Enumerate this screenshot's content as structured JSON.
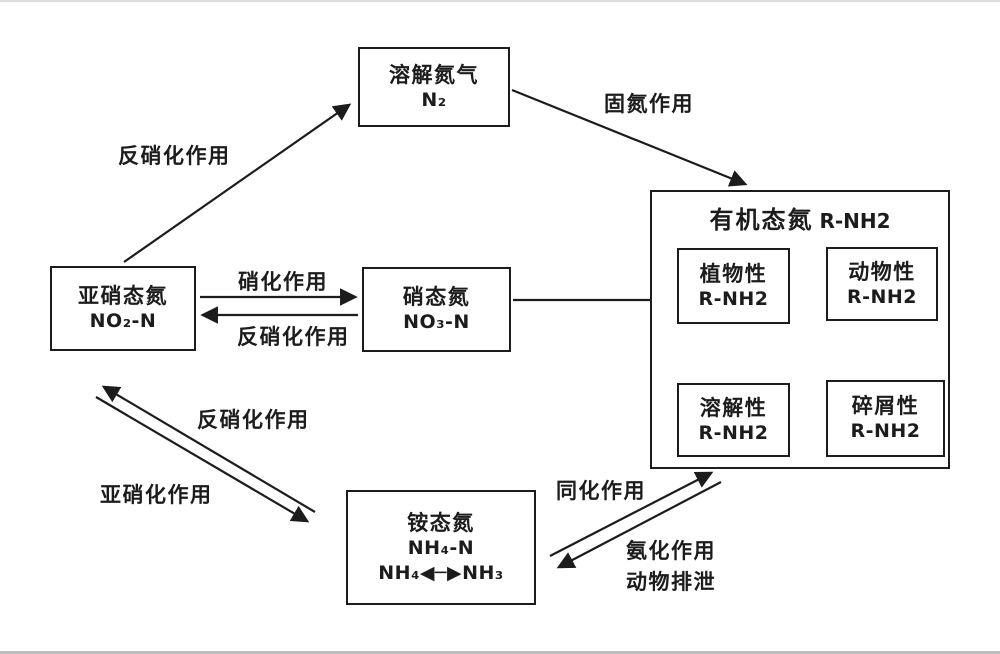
{
  "diagram": {
    "boxes": {
      "n2": {
        "title": "溶解氮气",
        "formula": "N₂"
      },
      "nitrite": {
        "title": "亚硝态氮",
        "formula": "NO₂-N"
      },
      "nitrate": {
        "title": "硝态氮",
        "formula": "NO₃-N"
      },
      "ammonium": {
        "title": "铵态氮",
        "formula": "NH₄-N",
        "equilibrium": "NH₄◀─▶NH₃"
      },
      "organic": {
        "title": "有机态氮",
        "formula": "R-NH2"
      },
      "plant": {
        "title": "植物性",
        "formula": "R-NH2"
      },
      "animal": {
        "title": "动物性",
        "formula": "R-NH2"
      },
      "dissolved": {
        "title": "溶解性",
        "formula": "R-NH2"
      },
      "detrital": {
        "title": "碎屑性",
        "formula": "R-NH2"
      }
    },
    "labels": {
      "denitrification_top": "反硝化作用",
      "nitrogen_fixation": "固氮作用",
      "nitrification": "硝化作用",
      "denitrification_mid": "反硝化作用",
      "denitrification_diag": "反硝化作用",
      "nitrosation": "亚硝化作用",
      "assimilation": "同化作用",
      "ammonification": "氨化作用",
      "animal_excretion": "动物排泄"
    },
    "colors": {
      "ink": "#1c1c1c",
      "background": "#ffffff"
    }
  }
}
